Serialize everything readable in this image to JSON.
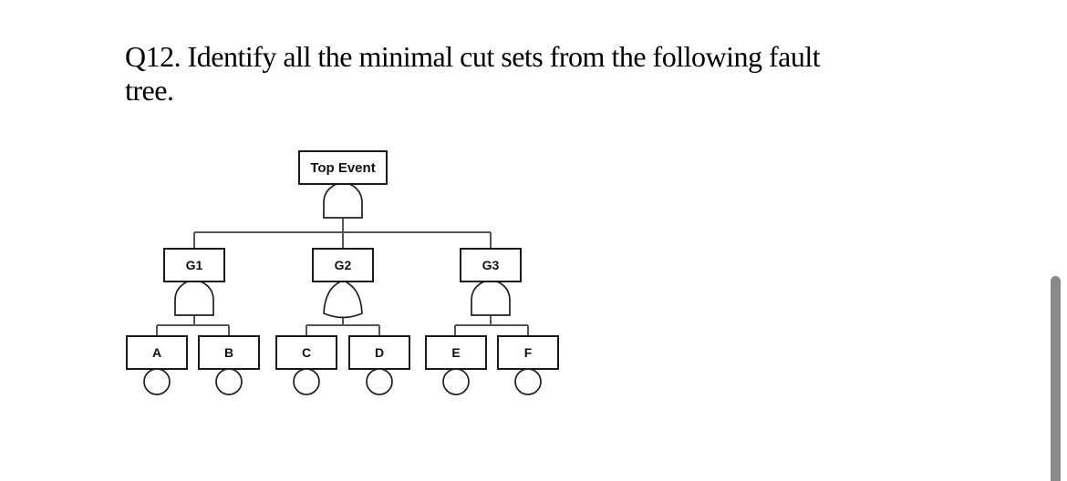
{
  "question": {
    "full_text": "Q12. Identify all the minimal cut sets from the following fault tree.",
    "lines": [
      "Q12. Identify all the minimal cut sets from the following fault",
      "tree."
    ]
  },
  "diagram": {
    "type": "fault-tree",
    "root": {
      "label": "Top Event",
      "gate": "AND",
      "children": [
        "G1",
        "G2",
        "G3"
      ]
    },
    "gates": [
      {
        "label": "G1",
        "gate": "AND",
        "children": [
          "A",
          "B"
        ]
      },
      {
        "label": "G2",
        "gate": "OR",
        "children": [
          "C",
          "D"
        ]
      },
      {
        "label": "G3",
        "gate": "AND",
        "children": [
          "E",
          "F"
        ]
      }
    ],
    "basic_events": [
      {
        "label": "A"
      },
      {
        "label": "B"
      },
      {
        "label": "C"
      },
      {
        "label": "D"
      },
      {
        "label": "E"
      },
      {
        "label": "F"
      }
    ],
    "colors": {
      "box_border": "#1a1a1a",
      "connector": "#555555",
      "label_text": "#111111",
      "fill": "#ffffff"
    }
  },
  "scrollbar": {
    "color": "#8a8a8a"
  }
}
